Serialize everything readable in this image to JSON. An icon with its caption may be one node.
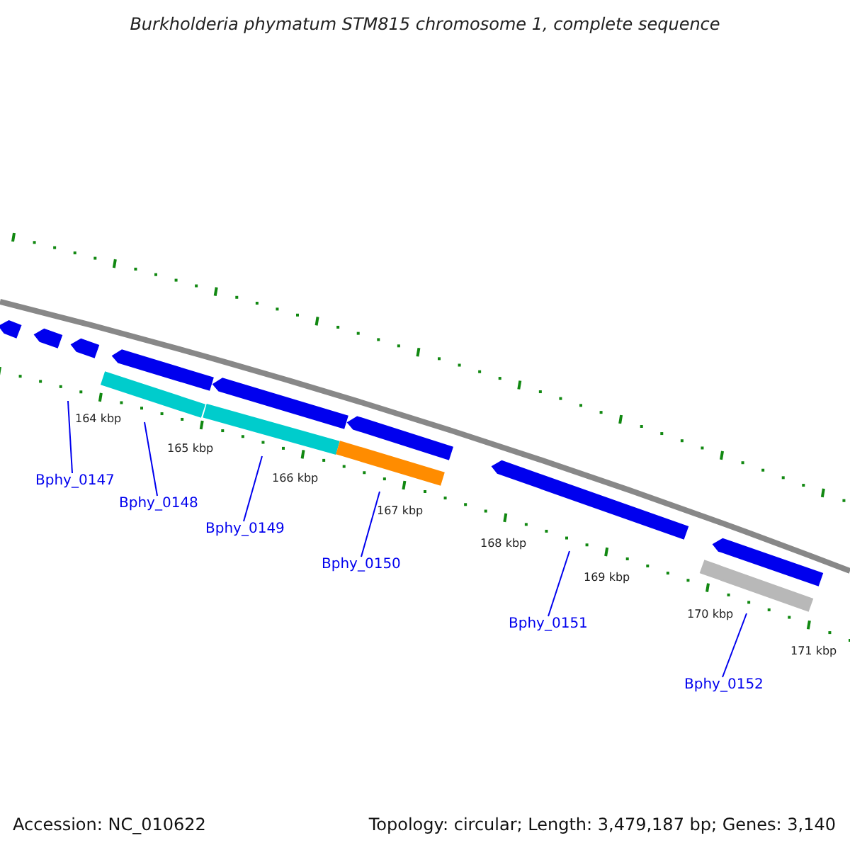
{
  "diagram": {
    "title": "Burkholderia phymatum STM815 chromosome 1, complete sequence",
    "nodes": [
      {
        "text": [
          "Bphy_0147"
        ]
      },
      {
        "text": [
          "Bphy_0148"
        ]
      },
      {
        "text": [
          "Bphy_0149"
        ]
      },
      {
        "text": [
          "Bphy_0150"
        ]
      },
      {
        "text": [
          "Bphy_0151"
        ]
      },
      {
        "text": [
          "Bphy_0152"
        ]
      }
    ],
    "edges": [
      {
        "from": 0,
        "to": null,
        "arrow": "none"
      },
      {
        "from": 1,
        "to": null,
        "arrow": "none"
      },
      {
        "from": 2,
        "to": null,
        "arrow": "none"
      },
      {
        "from": 3,
        "to": null,
        "arrow": "none"
      },
      {
        "from": 4,
        "to": null,
        "arrow": "none"
      },
      {
        "from": 5,
        "to": null,
        "arrow": "none"
      }
    ],
    "labels": [
      "164 kbp",
      "165 kbp",
      "166 kbp",
      "167 kbp",
      "168 kbp",
      "169 kbp",
      "170 kbp",
      "171 kbp",
      "Accession: NC_010622",
      "Topology: circular; Length: 3,479,187 bp; Genes: 3,140"
    ]
  }
}
